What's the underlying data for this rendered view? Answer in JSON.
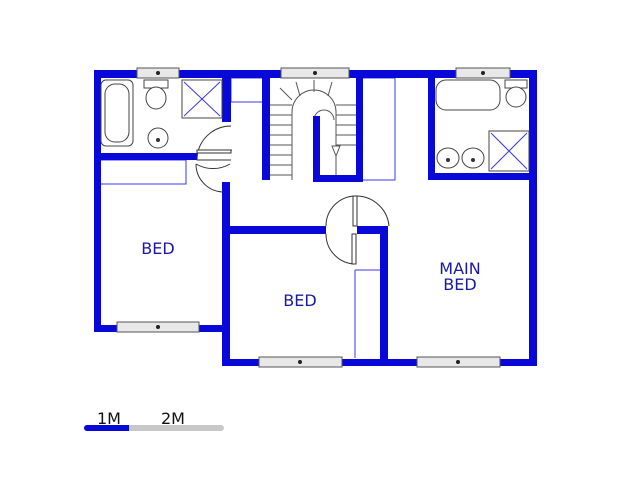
{
  "colors": {
    "wall": "#0808d8",
    "label": "#1a1aa0",
    "scale_primary": "#0808d8",
    "scale_secondary": "#c8c8c8"
  },
  "rooms": {
    "bed_left": "BED",
    "bed_middle": "BED",
    "main_bed_line1": "MAIN",
    "main_bed_line2": "BED"
  },
  "scale": {
    "label_1": "1M",
    "label_2": "2M"
  }
}
